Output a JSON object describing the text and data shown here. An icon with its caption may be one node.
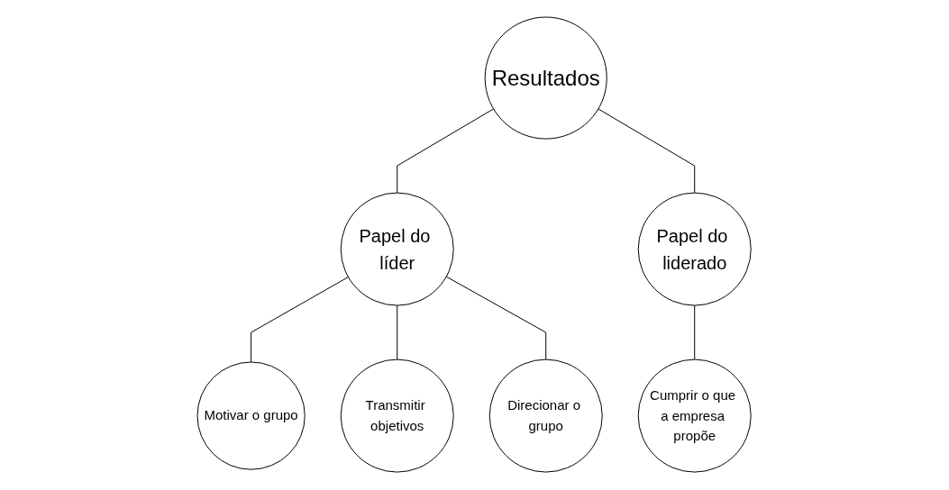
{
  "diagram": {
    "nodes": [
      {
        "text": [
          "Resultados"
        ]
      },
      {
        "text": [
          "Papel do líder"
        ]
      },
      {
        "text": [
          "Papel do liderado"
        ]
      },
      {
        "text": [
          "Motivar o grupo"
        ]
      },
      {
        "text": [
          "Transmitir objetivos"
        ]
      },
      {
        "text": [
          "Direcionar o grupo"
        ]
      },
      {
        "text": [
          "Cumprir o que a empresa propõe"
        ]
      }
    ],
    "edges": [
      {
        "from": 0,
        "to": 1,
        "arrow": "none"
      },
      {
        "from": 0,
        "to": 2,
        "arrow": "none"
      },
      {
        "from": 1,
        "to": 3,
        "arrow": "none"
      },
      {
        "from": 1,
        "to": 4,
        "arrow": "none"
      },
      {
        "from": 1,
        "to": 5,
        "arrow": "none"
      },
      {
        "from": 2,
        "to": 6,
        "arrow": "none"
      }
    ]
  }
}
